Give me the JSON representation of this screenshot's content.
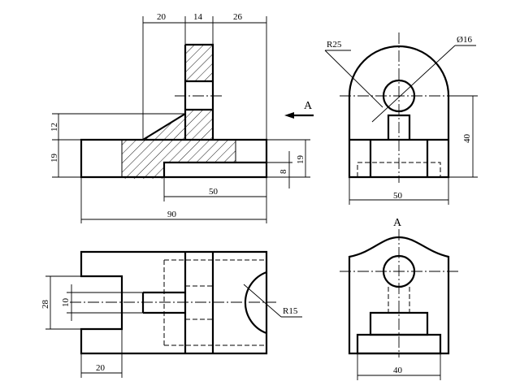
{
  "front_view": {
    "dims": {
      "w20": "20",
      "w14": "14",
      "w26": "26",
      "h12": "12",
      "h19_left": "19",
      "h19_right": "19",
      "h8": "8",
      "w50": "50",
      "w90": "90"
    }
  },
  "section_arrow": {
    "label": "A"
  },
  "side_view": {
    "dims": {
      "r25": "R25",
      "d16": "Ø16",
      "h40": "40",
      "w50": "50"
    }
  },
  "top_view": {
    "dims": {
      "h28": "28",
      "h10": "10",
      "r15": "R15",
      "w20": "20"
    }
  },
  "view_a": {
    "label": "A",
    "dims": {
      "w40": "40"
    }
  }
}
